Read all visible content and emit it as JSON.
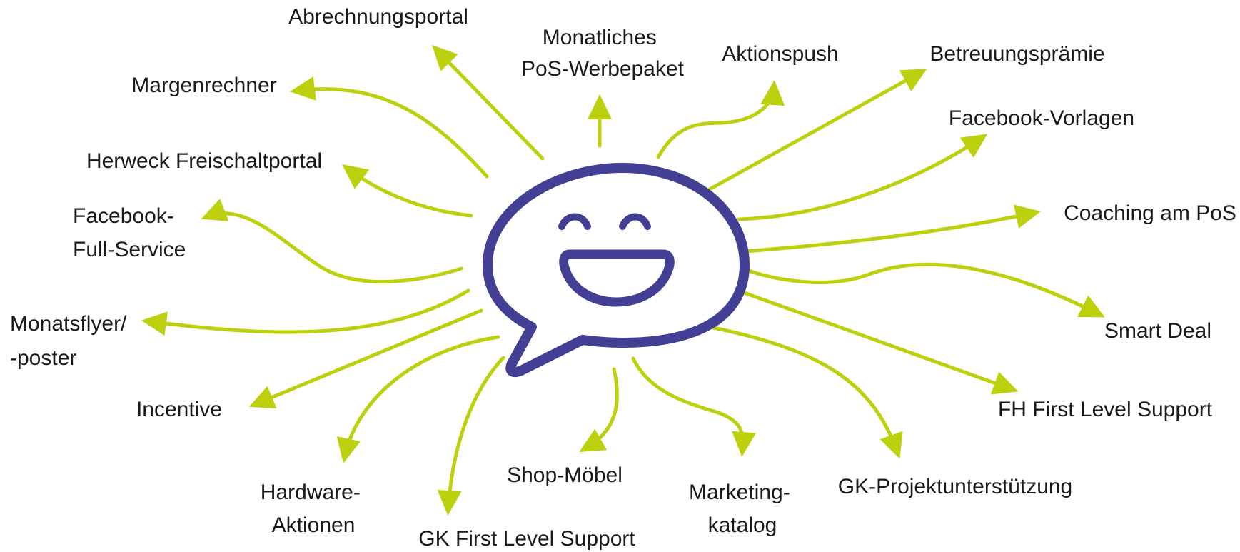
{
  "colors": {
    "arrow": "#bdd00e",
    "bubble": "#433f94",
    "text": "#1a1a1a",
    "background": "#ffffff"
  },
  "center_icon": "smiling-speech-bubble-icon",
  "labels": [
    {
      "id": "abrechnungsportal",
      "lines": [
        "Abrechnungsportal"
      ]
    },
    {
      "id": "monatliches-pos-werbepaket",
      "lines": [
        "Monatliches",
        "PoS-Werbepaket"
      ]
    },
    {
      "id": "aktionspush",
      "lines": [
        "Aktionspush"
      ]
    },
    {
      "id": "betreuungspraemie",
      "lines": [
        "Betreuungsprämie"
      ]
    },
    {
      "id": "margenrechner",
      "lines": [
        "Margenrechner"
      ]
    },
    {
      "id": "facebook-vorlagen",
      "lines": [
        "Facebook-Vorlagen"
      ]
    },
    {
      "id": "herweck-freischaltportal",
      "lines": [
        "Herweck Freischaltportal"
      ]
    },
    {
      "id": "facebook-full-service",
      "lines": [
        "Facebook-",
        "Full-Service"
      ]
    },
    {
      "id": "coaching-am-pos",
      "lines": [
        "Coaching am PoS"
      ]
    },
    {
      "id": "monatsflyer-poster",
      "lines": [
        "Monatsflyer/",
        "-poster"
      ]
    },
    {
      "id": "smart-deal",
      "lines": [
        "Smart Deal"
      ]
    },
    {
      "id": "incentive",
      "lines": [
        "Incentive"
      ]
    },
    {
      "id": "fh-first-level-support",
      "lines": [
        "FH First Level Support"
      ]
    },
    {
      "id": "shop-moebel",
      "lines": [
        "Shop-Möbel"
      ]
    },
    {
      "id": "gk-projektunterstuetzung",
      "lines": [
        "GK-Projektunterstützung"
      ]
    },
    {
      "id": "hardware-aktionen",
      "lines": [
        "Hardware-",
        "Aktionen"
      ]
    },
    {
      "id": "marketing-katalog",
      "lines": [
        "Marketing-",
        "katalog"
      ]
    },
    {
      "id": "gk-first-level-support",
      "lines": [
        "GK First Level Support"
      ]
    }
  ]
}
